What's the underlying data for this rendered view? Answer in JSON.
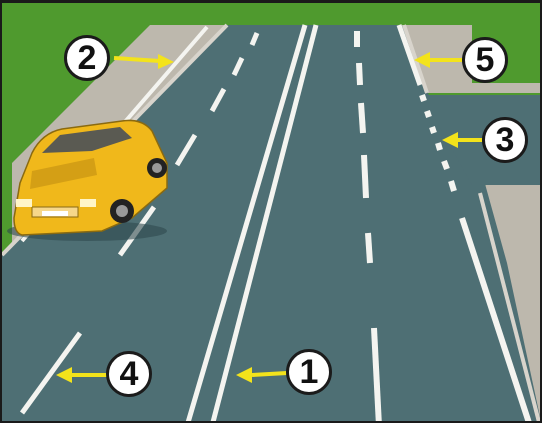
{
  "scene": {
    "colors": {
      "road": "#4e6f74",
      "grass": "#4f9a2e",
      "sidewalk": "#bdb8ad",
      "curb": "#d8d4cc",
      "lane_marking": "#f4f4f0",
      "arrow": "#f3e31b",
      "car_body": "#f0b81b"
    },
    "markers": [
      {
        "label": "1",
        "points_to": "double-solid-center-line"
      },
      {
        "label": "2",
        "points_to": "left-road-edge-line"
      },
      {
        "label": "3",
        "points_to": "short-dash-line-at-junction"
      },
      {
        "label": "4",
        "points_to": "left-lane-dashed-line"
      },
      {
        "label": "5",
        "points_to": "right-road-edge-line"
      }
    ],
    "icons": {
      "vehicle": "yellow-sedan-icon",
      "arrow": "pointer-arrow-icon"
    }
  }
}
